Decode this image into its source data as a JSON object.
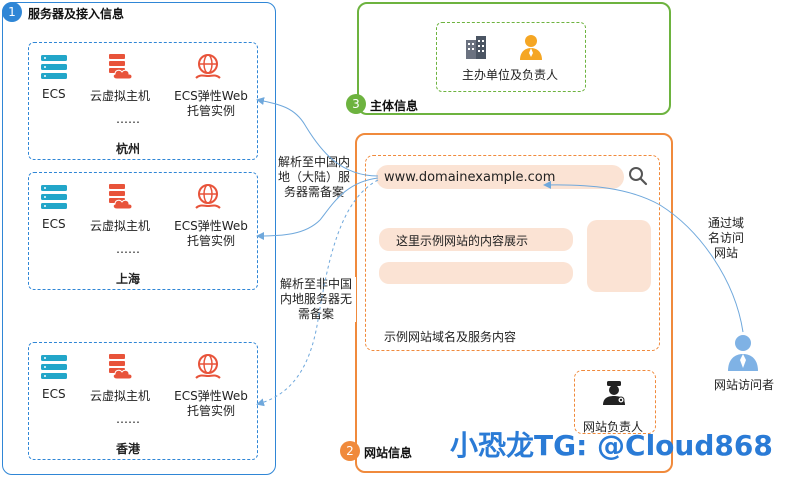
{
  "panels": {
    "servers": {
      "badge": "1",
      "title": "服务器及接入信息"
    },
    "website": {
      "badge": "2",
      "title": "网站信息"
    },
    "entity": {
      "badge": "3",
      "title": "主体信息"
    }
  },
  "regions": [
    {
      "name": "杭州",
      "ecs": "ECS",
      "vhost": "云虚拟主机",
      "web_line1": "ECS弹性Web",
      "web_line2": "托管实例",
      "more": "……"
    },
    {
      "name": "上海",
      "ecs": "ECS",
      "vhost": "云虚拟主机",
      "web_line1": "ECS弹性Web",
      "web_line2": "托管实例",
      "more": "……"
    },
    {
      "name": "香港",
      "ecs": "ECS",
      "vhost": "云虚拟主机",
      "web_line1": "ECS弹性Web",
      "web_line2": "托管实例",
      "more": "……"
    }
  ],
  "notes": {
    "mainland": [
      "解析至中国内",
      "地（大陆）服",
      "务器需备案"
    ],
    "non_mainland": [
      "解析至非中国",
      "内地服务器无",
      "需备案"
    ],
    "visitor_path": [
      "通过域",
      "名访问",
      "网站"
    ]
  },
  "entity": {
    "label": "主办单位及负责人"
  },
  "website": {
    "domain": "www.domainexample.com",
    "content_label": "这里示例网站的内容展示",
    "footer_label": "示例网站域名及服务内容",
    "owner_label": "网站负责人"
  },
  "visitor": {
    "label": "网站访问者"
  },
  "watermark": "小恐龙TG: @Cloud868",
  "colors": {
    "blue": "#2f86d6",
    "orange": "#f08a3c",
    "green": "#6db33f",
    "red": "#e8533a",
    "watermark": "#2a7bd6"
  }
}
